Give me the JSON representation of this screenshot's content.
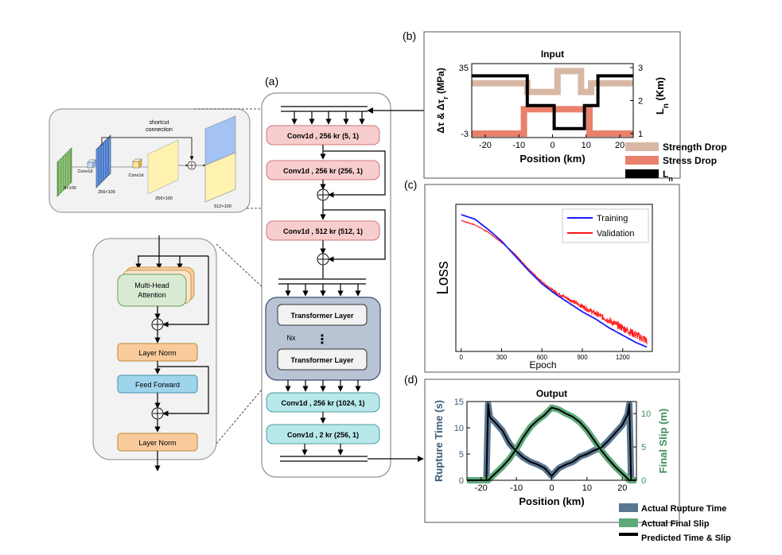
{
  "panels": {
    "a": "(a)",
    "b": "(b)",
    "c": "(c)",
    "d": "(d)"
  },
  "shortcut_inset": {
    "title_line1": "shortcut",
    "title_line2": "connection",
    "conv1": "Conv1d",
    "conv2": "Conv1d",
    "dim1": "5×100",
    "dim2": "256×100",
    "dim3": "256×100",
    "dim4": "512×100"
  },
  "transformer_inset": {
    "mha_line1": "Multi-Head",
    "mha_line2": "Attention",
    "norm1": "Layer Norm",
    "ffn": "Feed Forward",
    "norm2": "Layer Norm"
  },
  "network": {
    "conv1": "Conv1d , 256 kr (5, 1)",
    "conv2": "Conv1d , 256 kr (256, 1)",
    "conv3": "Conv1d , 512 kr (512, 1)",
    "transformer1": "Transformer Layer",
    "nx": "Nx",
    "dots": "⋮",
    "transformer2": "Transformer Layer",
    "conv4": "Conv1d , 256 kr (1024, 1)",
    "conv5": "Conv1d , 2 kr (256, 1)"
  },
  "chart_data": [
    {
      "type": "line",
      "title": "Input",
      "xlabel": "Position (km)",
      "ylabel": "Δτ & Δτr (MPa)",
      "ylabel_parts": [
        "Δ",
        "τ",
        " & Δ",
        "τ",
        "r",
        " (MPa)"
      ],
      "y2label": "Ln (Km)",
      "y2label_parts": [
        "L",
        "n",
        " (Km)"
      ],
      "xlim": [
        -24,
        24
      ],
      "ylim": [
        -3,
        35
      ],
      "y2lim": [
        1,
        3
      ],
      "xticks": [
        "-20",
        "-10",
        "0",
        "10",
        "20"
      ],
      "yticks": [
        "-3",
        "35"
      ],
      "y2ticks": [
        "1",
        "2",
        "3"
      ],
      "legend": [
        {
          "name": "Strength Drop",
          "color": "#d8b8a4"
        },
        {
          "name": "Stress Drop",
          "color": "#e8806c"
        },
        {
          "name": "Ln",
          "name_parts": [
            "L",
            "n"
          ],
          "color": "#000000"
        }
      ],
      "series": [
        {
          "name": "Strength Drop",
          "color": "#d8b8a4",
          "axis": "left",
          "x": [
            -24,
            -7.5,
            -7.5,
            1.5,
            1.5,
            8.5,
            8.5,
            11.5,
            11.5,
            24
          ],
          "y": [
            26,
            26,
            21,
            21,
            33,
            33,
            21,
            21,
            26,
            26
          ]
        },
        {
          "name": "Stress Drop",
          "color": "#e8806c",
          "axis": "left",
          "x": [
            -24,
            -8.5,
            -8.5,
            11,
            11,
            24
          ],
          "y": [
            -3,
            -3,
            11,
            11,
            -3,
            -3
          ]
        },
        {
          "name": "Ln",
          "color": "#000000",
          "axis": "right",
          "x": [
            -24,
            -7.5,
            -7.5,
            0.5,
            0.5,
            9.5,
            9.5,
            13.5,
            13.5,
            24
          ],
          "y": [
            2.75,
            2.75,
            1.85,
            1.85,
            1.15,
            1.15,
            1.85,
            1.85,
            2.75,
            2.75
          ]
        }
      ]
    },
    {
      "type": "line",
      "title": "",
      "xlabel": "Epoch",
      "ylabel": "Loss",
      "xlim": [
        -40,
        1420
      ],
      "xticks": [
        "0",
        "300",
        "600",
        "900",
        "1200"
      ],
      "ylim": [
        0,
        1
      ],
      "legend": [
        {
          "name": "Training",
          "color": "#1a1aff"
        },
        {
          "name": "Validation",
          "color": "#ff1a1a"
        }
      ],
      "series": [
        {
          "name": "Training",
          "color": "#1a1aff",
          "x": [
            0,
            100,
            200,
            300,
            400,
            500,
            600,
            700,
            800,
            900,
            1000,
            1100,
            1200,
            1300,
            1380
          ],
          "y": [
            0.93,
            0.9,
            0.83,
            0.75,
            0.65,
            0.55,
            0.46,
            0.39,
            0.33,
            0.27,
            0.22,
            0.16,
            0.11,
            0.06,
            0.03
          ]
        },
        {
          "name": "Validation",
          "color": "#ff1a1a",
          "x": [
            0,
            100,
            200,
            300,
            400,
            500,
            600,
            700,
            800,
            900,
            1000,
            1100,
            1200,
            1300,
            1380
          ],
          "y": [
            0.89,
            0.86,
            0.81,
            0.74,
            0.66,
            0.56,
            0.47,
            0.4,
            0.35,
            0.3,
            0.25,
            0.2,
            0.15,
            0.1,
            0.06
          ]
        }
      ]
    },
    {
      "type": "line",
      "title": "Output",
      "xlabel": "Position (km)",
      "ylabel": "Rupture Time (s)",
      "y2label": "Final Slip (m)",
      "xlim": [
        -24,
        24
      ],
      "xticks": [
        "-20",
        "-10",
        "0",
        "10",
        "20"
      ],
      "ylim": [
        0,
        15
      ],
      "yticks": [
        "0",
        "5",
        "10",
        "15"
      ],
      "y2lim": [
        0,
        11.8
      ],
      "y2ticks": [
        "0",
        "5",
        "10"
      ],
      "legend": [
        {
          "name": "Actual Rupture Time",
          "color": "#5a7792"
        },
        {
          "name": "Actual Final Slip",
          "color": "#5fa97a"
        },
        {
          "name": "Predicted Time & Slip",
          "color": "#000000"
        }
      ],
      "series": [
        {
          "name": "Rupture Time",
          "axis": "left",
          "x": [
            -24,
            -18.5,
            -18,
            -17.5,
            -16,
            -14,
            -12,
            -10,
            -8,
            -6,
            -4,
            -2,
            -0.5,
            0,
            0.5,
            2,
            4,
            6,
            8,
            10,
            12,
            14,
            16,
            18,
            20,
            21.5,
            22,
            22.5,
            24
          ],
          "y": [
            0,
            0,
            14.5,
            12,
            11,
            9.5,
            7,
            5.5,
            4.3,
            3.5,
            3.0,
            2.3,
            1.2,
            0.8,
            1.2,
            2.3,
            3.0,
            3.5,
            4.5,
            5.0,
            5.7,
            6.2,
            7.5,
            9.0,
            10.5,
            12.5,
            14.5,
            0,
            0
          ]
        },
        {
          "name": "Final Slip",
          "axis": "right",
          "x": [
            -24,
            -18,
            -16,
            -14,
            -12,
            -10,
            -8,
            -6,
            -4,
            -2,
            0,
            2,
            4,
            6,
            8,
            10,
            12,
            14,
            16,
            18,
            20,
            22,
            24
          ],
          "y": [
            0,
            0,
            1.0,
            2.0,
            3.2,
            4.7,
            6.5,
            8.0,
            9.0,
            9.8,
            10.9,
            10.6,
            10.0,
            9.5,
            8.7,
            7.5,
            6.0,
            4.5,
            3.2,
            2.0,
            1.0,
            0,
            0
          ]
        }
      ]
    }
  ]
}
